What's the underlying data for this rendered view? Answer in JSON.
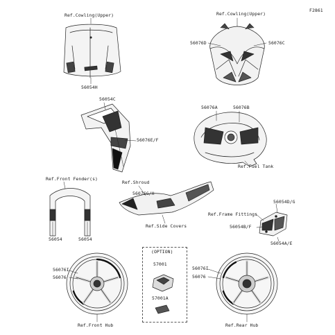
{
  "figure_id": "F2861",
  "labels": {
    "cowl_windscreen_ref": "Ref.Cowling(Upper)",
    "cowl_windscreen_part": "56054H",
    "upper_cowl_ref": "Ref.Cowling(Upper)",
    "upper_cowl_left": "56076D",
    "upper_cowl_right": "56076C",
    "side_cowl_top": "56054C",
    "side_cowl_part": "56076E/F",
    "tank_a": "56076A",
    "tank_b": "56076B",
    "tank_ref": "Ref.Fuel Tank",
    "fender_ref": "Ref.Front Fender(s)",
    "fender_left": "56054",
    "fender_right": "56054",
    "shroud_ref": "Ref.Shroud",
    "shroud_part": "56076G/H",
    "side_covers_ref": "Ref.Side Covers",
    "frame_ref": "Ref.Frame Fittings",
    "frame_d_g": "56054D/G",
    "frame_b_f": "56054B/F",
    "frame_a_e": "56054A/E",
    "option_title": "(OPTION)",
    "option_part_1": "57001",
    "option_part_2": "57001A",
    "front_wheel_i": "56076I",
    "front_wheel_part": "56076",
    "front_hub_ref": "Ref.Front Hub",
    "rear_wheel_i": "56076I",
    "rear_wheel_part": "56076",
    "rear_hub_ref": "Ref.Rear Hub"
  }
}
